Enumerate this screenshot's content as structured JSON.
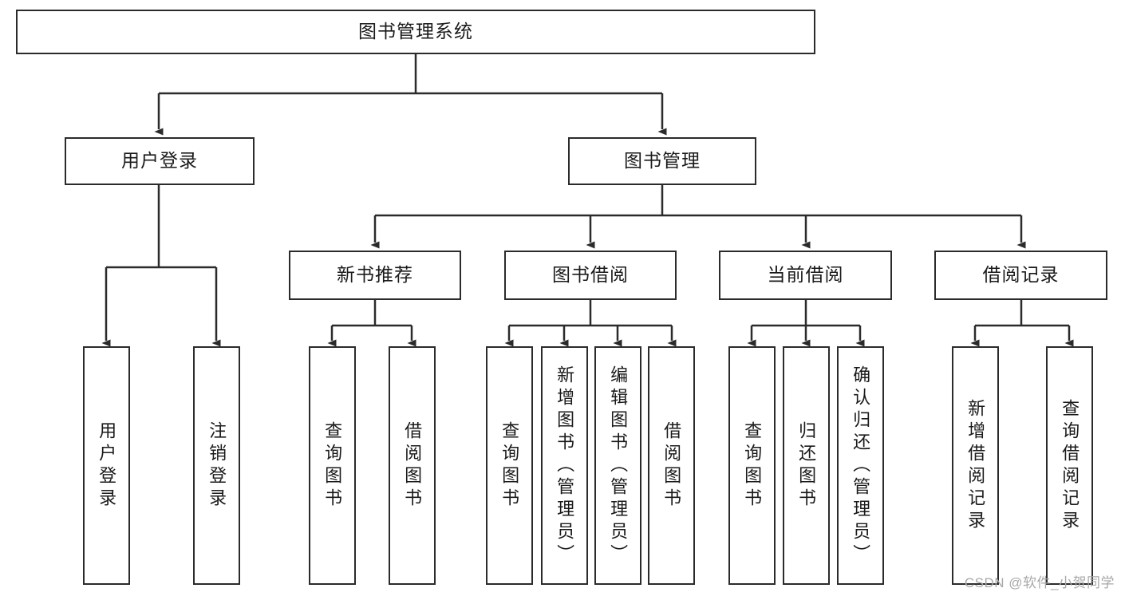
{
  "diagram": {
    "type": "tree",
    "title": "图书管理系统",
    "colors": {
      "stroke": "#2b2b2b",
      "fill": "#ffffff",
      "text": "#1a1a1a",
      "watermark": "#a8a8a8"
    },
    "watermark": "CSDN @软件_小贺同学",
    "nodes": {
      "root": "图书管理系统",
      "level1": [
        "用户登录",
        "图书管理"
      ],
      "level2": [
        "新书推荐",
        "图书借阅",
        "当前借阅",
        "借阅记录"
      ],
      "leaves": {
        "user_login": [
          "用户登录",
          "注销登录"
        ],
        "new_book_recommend": [
          "查询图书",
          "借阅图书"
        ],
        "book_borrow": [
          "查询图书",
          "新增图书（管理员）",
          "编辑图书（管理员）",
          "借阅图书"
        ],
        "current_borrow": [
          "查询图书",
          "归还图书",
          "确认归还（管理员）"
        ],
        "borrow_record": [
          "新增借阅记录",
          "查询借阅记录"
        ]
      }
    },
    "edges": [
      {
        "from": "图书管理系统",
        "to": "用户登录"
      },
      {
        "from": "图书管理系统",
        "to": "图书管理"
      },
      {
        "from": "图书管理",
        "to": "新书推荐"
      },
      {
        "from": "图书管理",
        "to": "图书借阅"
      },
      {
        "from": "图书管理",
        "to": "当前借阅"
      },
      {
        "from": "图书管理",
        "to": "借阅记录"
      },
      {
        "from": "用户登录",
        "to": "用户登录"
      },
      {
        "from": "用户登录",
        "to": "注销登录"
      },
      {
        "from": "新书推荐",
        "to": "查询图书"
      },
      {
        "from": "新书推荐",
        "to": "借阅图书"
      },
      {
        "from": "图书借阅",
        "to": "查询图书"
      },
      {
        "from": "图书借阅",
        "to": "新增图书（管理员）"
      },
      {
        "from": "图书借阅",
        "to": "编辑图书（管理员）"
      },
      {
        "from": "图书借阅",
        "to": "借阅图书"
      },
      {
        "from": "当前借阅",
        "to": "查询图书"
      },
      {
        "from": "当前借阅",
        "to": "归还图书"
      },
      {
        "from": "当前借阅",
        "to": "确认归还（管理员）"
      },
      {
        "from": "借阅记录",
        "to": "新增借阅记录"
      },
      {
        "from": "借阅记录",
        "to": "查询借阅记录"
      }
    ]
  }
}
